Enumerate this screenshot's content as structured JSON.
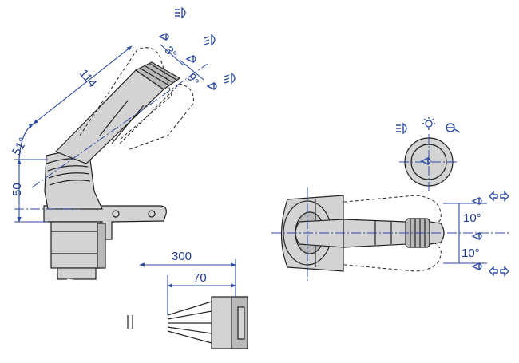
{
  "dimensions": {
    "length": "114",
    "angle_main": "51°",
    "angle_small": "3°",
    "angle_mid": "9°",
    "height": "50",
    "cable_long": "300",
    "cable_short": "70",
    "angle_top": "10°",
    "angle_bottom": "10°"
  },
  "colors": {
    "dimension": "#2d4aa0",
    "body": "#d3d3d3",
    "line": "#222222"
  },
  "icons": [
    "low-beam-icon",
    "horn-icon",
    "high-beam-icon",
    "flash-icon",
    "turn-signal-arrow-icon"
  ]
}
